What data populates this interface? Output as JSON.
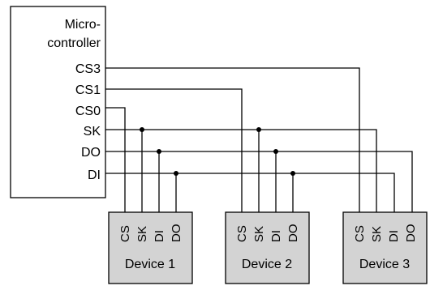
{
  "colors": {
    "line": "#000000",
    "device_fill": "#d3d3d3",
    "background": "#ffffff"
  },
  "microcontroller": {
    "title_line1": "Micro-",
    "title_line2": "controller",
    "pins": [
      "CS3",
      "CS1",
      "CS0",
      "SK",
      "DO",
      "DI"
    ]
  },
  "devices": [
    {
      "label": "Device 1",
      "pins": [
        "CS",
        "SK",
        "DI",
        "DO"
      ]
    },
    {
      "label": "Device 2",
      "pins": [
        "CS",
        "SK",
        "DI",
        "DO"
      ]
    },
    {
      "label": "Device 3",
      "pins": [
        "CS",
        "SK",
        "DI",
        "DO"
      ]
    }
  ]
}
